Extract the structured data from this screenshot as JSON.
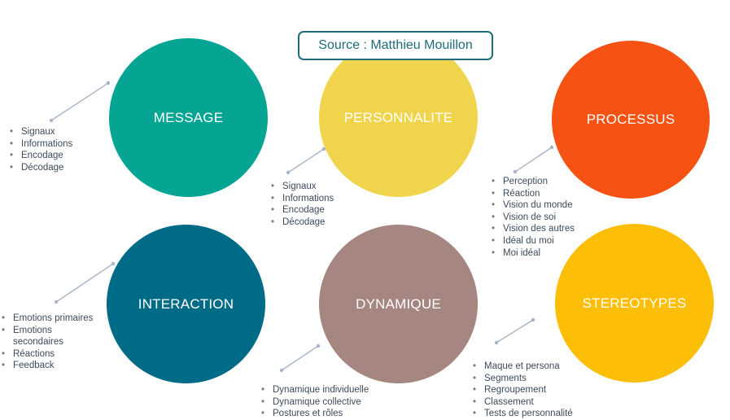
{
  "source": "Source : Matthieu Mouillon",
  "nodes": [
    {
      "id": "message",
      "label": "MESSAGE",
      "color": "#05a493",
      "items": [
        "Signaux",
        "Informations",
        "Encodage",
        "Décodage"
      ]
    },
    {
      "id": "personnalite",
      "label": "PERSONNALITE",
      "color": "#f0d54c",
      "items": [
        "Signaux",
        "Informations",
        "Encodage",
        "Décodage"
      ]
    },
    {
      "id": "processus",
      "label": "PROCESSUS",
      "color": "#f55214",
      "items": [
        "Perception",
        "Réaction",
        "Vision du monde",
        "Vision de soi",
        "Vision des autres",
        "Idéal du moi",
        "Moi idéal"
      ]
    },
    {
      "id": "interaction",
      "label": "INTERACTION",
      "color": "#006b87",
      "items": [
        "Emotions primaires",
        "Emotions",
        "secondaires",
        "Réactions",
        "Feedback"
      ]
    },
    {
      "id": "dynamique",
      "label": "DYNAMIQUE",
      "color": "#a58680",
      "items": [
        "Dynamique individuelle",
        "Dynamique collective",
        "Postures et rôles"
      ]
    },
    {
      "id": "stereotypes",
      "label": "STEREOTYPES",
      "color": "#fcbe07",
      "items": [
        "Maque et persona",
        "Segments",
        "Regroupement",
        "Classement",
        "Tests de personnalité"
      ]
    }
  ],
  "connector_color": "#a9b3c7"
}
